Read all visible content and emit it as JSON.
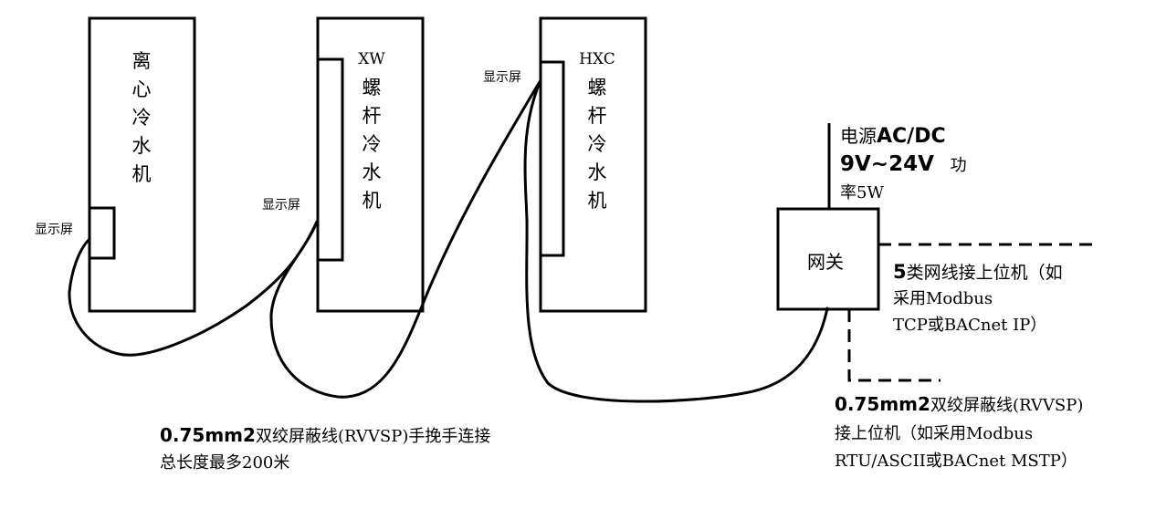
{
  "units": [
    {
      "name": "离心冷水机",
      "display_label": "显示屏",
      "chars": [
        "离",
        "心",
        "冷",
        "水",
        "机"
      ]
    },
    {
      "name": "XW螺杆冷水机",
      "display_label": "显示屏",
      "chars": [
        "XW",
        "螺",
        "杆",
        "冷",
        "水",
        "机"
      ]
    },
    {
      "name": "HXC螺杆冷水机",
      "display_label": "显示屏",
      "chars": [
        "HXC",
        "螺",
        "杆",
        "冷",
        "水",
        "机"
      ]
    }
  ],
  "gateway": {
    "label": "网关",
    "power_line1_prefix": "电源",
    "power_line1_bold": "AC/DC",
    "power_line2_bold": "9V~24V",
    "power_line2_suffix": "功",
    "power_line3": "率5W"
  },
  "ethernet_note": {
    "line1_bold": "5",
    "line1": "类网线接上位机（如",
    "line2": "采用Modbus",
    "line3": "TCP或BACnet IP）"
  },
  "rs485_note": {
    "line1_bold": "0.75mm2",
    "line1": "双绞屏蔽线(RVVSP)",
    "line2": "接上位机（如采用Modbus",
    "line3": "RTU/ASCII或BACnet MSTP）"
  },
  "bus_note": {
    "line1_bold": "0.75mm2",
    "line1": "双绞屏蔽线(RVVSP)手挽手连接",
    "line2": "总长度最多200米"
  }
}
